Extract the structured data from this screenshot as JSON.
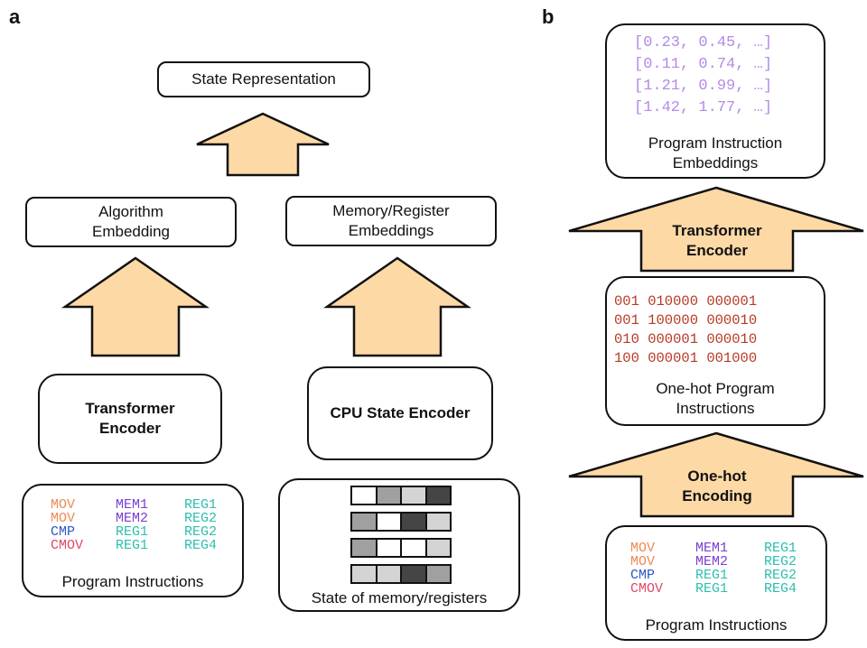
{
  "colors": {
    "arrow_fill": "#fdd9a6",
    "mov": "#ee8a55",
    "cmp": "#2d59c8",
    "cmov": "#e0486a",
    "mem": "#7a3fd1",
    "reg": "#2bbfae",
    "embedding_text": "#b48ae8",
    "binary_text": "#b73a25"
  },
  "panel_a": {
    "letter": "a",
    "state_representation": "State Representation",
    "algorithm_embedding": [
      "Algorithm",
      "Embedding"
    ],
    "memory_register_embeddings": [
      "Memory/Register",
      "Embeddings"
    ],
    "transformer_encoder": [
      "Transformer",
      "Encoder"
    ],
    "cpu_state_encoder": "CPU State Encoder",
    "program_instructions_label": "Program Instructions",
    "state_label": "State of memory/registers",
    "instructions": [
      {
        "op": "MOV",
        "a": "MEM1",
        "b": "REG1",
        "op_color": "mov",
        "a_color": "mem",
        "b_color": "reg"
      },
      {
        "op": "MOV",
        "a": "MEM2",
        "b": "REG2",
        "op_color": "mov",
        "a_color": "mem",
        "b_color": "reg"
      },
      {
        "op": "CMP",
        "a": "REG1",
        "b": "REG2",
        "op_color": "cmp",
        "a_color": "reg",
        "b_color": "reg"
      },
      {
        "op": "CMOV",
        "a": "REG1",
        "b": "REG4",
        "op_color": "cmov",
        "a_color": "reg",
        "b_color": "reg"
      }
    ],
    "state_grid": [
      [
        "#ffffff",
        "#a0a0a0",
        "#d4d4d4",
        "#454545"
      ],
      [
        "#a0a0a0",
        "#ffffff",
        "#454545",
        "#d4d4d4"
      ],
      [
        "#a0a0a0",
        "#ffffff",
        "#ffffff",
        "#d4d4d4"
      ],
      [
        "#d4d4d4",
        "#d4d4d4",
        "#454545",
        "#a0a0a0"
      ]
    ]
  },
  "panel_b": {
    "letter": "b",
    "embeddings": [
      "[0.23, 0.45, …]",
      "[0.11, 0.74, …]",
      "[1.21, 0.99, …]",
      "[1.42, 1.77, …]"
    ],
    "embeddings_label": [
      "Program Instruction",
      "Embeddings"
    ],
    "transformer_encoder": [
      "Transformer",
      "Encoder"
    ],
    "binary_lines": [
      "001 010000 000001",
      "001 100000 000010",
      "010 000001 000010",
      "100 000001 001000"
    ],
    "onehot_label": [
      "One-hot Program",
      "Instructions"
    ],
    "onehot_encoding": [
      "One-hot",
      "Encoding"
    ],
    "program_instructions_label": "Program Instructions",
    "instructions": [
      {
        "op": "MOV",
        "a": "MEM1",
        "b": "REG1",
        "op_color": "mov",
        "a_color": "mem",
        "b_color": "reg"
      },
      {
        "op": "MOV",
        "a": "MEM2",
        "b": "REG2",
        "op_color": "mov",
        "a_color": "mem",
        "b_color": "reg"
      },
      {
        "op": "CMP",
        "a": "REG1",
        "b": "REG2",
        "op_color": "cmp",
        "a_color": "reg",
        "b_color": "reg"
      },
      {
        "op": "CMOV",
        "a": "REG1",
        "b": "REG4",
        "op_color": "cmov",
        "a_color": "reg",
        "b_color": "reg"
      }
    ]
  }
}
